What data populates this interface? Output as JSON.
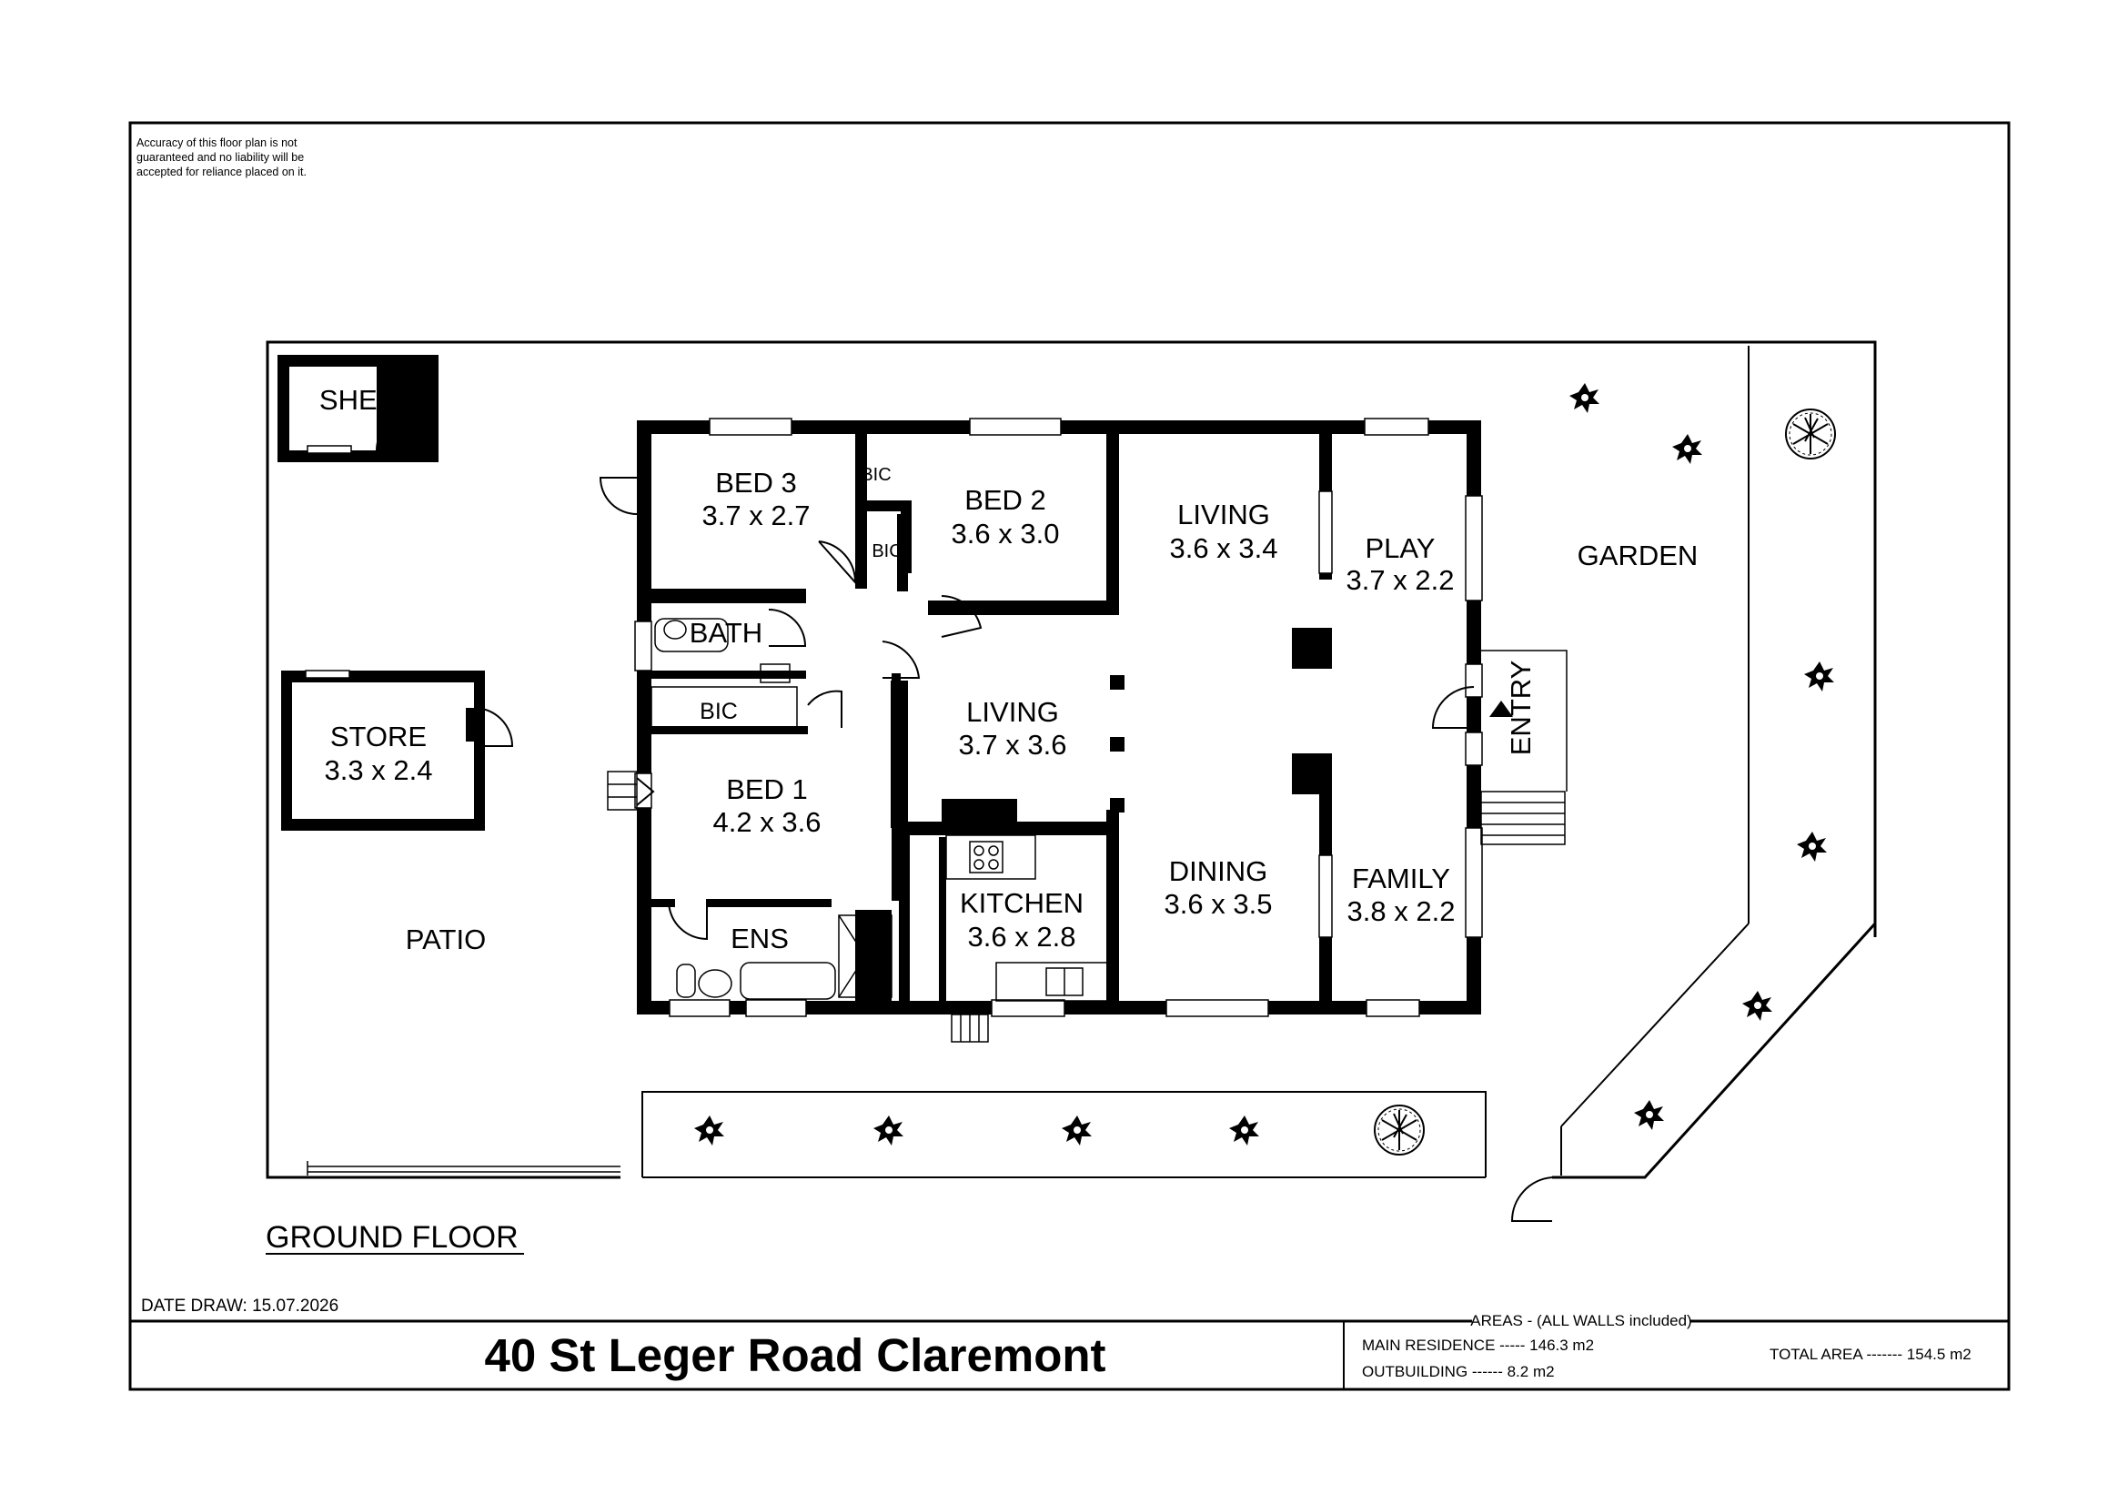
{
  "disclaimer": [
    "Accuracy of this floor plan is not",
    "guaranteed and no liability will be",
    "accepted for reliance placed on it."
  ],
  "rooms": {
    "shed": {
      "name": "SHED"
    },
    "store": {
      "name": "STORE",
      "size": "3.3 x 2.4"
    },
    "patio": {
      "name": "PATIO"
    },
    "bed3": {
      "name": "BED 3",
      "size": "3.7 x 2.7"
    },
    "bic_a": {
      "name": "BIC"
    },
    "bic_b": {
      "name": "BIC"
    },
    "bed2": {
      "name": "BED 2",
      "size": "3.6 x 3.0"
    },
    "living_front": {
      "name": "LIVING",
      "size": "3.6 x 3.4"
    },
    "play": {
      "name": "PLAY",
      "size": "3.7 x 2.2"
    },
    "garden": {
      "name": "GARDEN"
    },
    "bath": {
      "name": "BATH"
    },
    "bic_c": {
      "name": "BIC"
    },
    "living_mid": {
      "name": "LIVING",
      "size": "3.7 x 3.6"
    },
    "entry": {
      "name": "ENTRY"
    },
    "bed1": {
      "name": "BED 1",
      "size": "4.2 x 3.6"
    },
    "kitchen": {
      "name": "KITCHEN",
      "size": "3.6 x 2.8"
    },
    "dining": {
      "name": "DINING",
      "size": "3.6 x 3.5"
    },
    "family": {
      "name": "FAMILY",
      "size": "3.8 x 2.2"
    },
    "ens": {
      "name": "ENS"
    }
  },
  "floor_label": "GROUND FLOOR",
  "date_drawn": "DATE DRAW: 15.07.2026",
  "address": "40 St Leger Road Claremont",
  "areas": {
    "heading": "AREAS - (ALL WALLS included)",
    "main_residence": "MAIN RESIDENCE  ----- 146.3 m2",
    "outbuilding": "OUTBUILDING ------ 8.2 m2",
    "total": "TOTAL AREA   ------- 154.5 m2"
  },
  "icons": [
    "shrub-icon",
    "tree-icon",
    "toilet-icon",
    "basin-icon",
    "bathtub-icon",
    "shower-icon",
    "cooktop-icon",
    "sink-icon",
    "entry-arrow-icon"
  ]
}
